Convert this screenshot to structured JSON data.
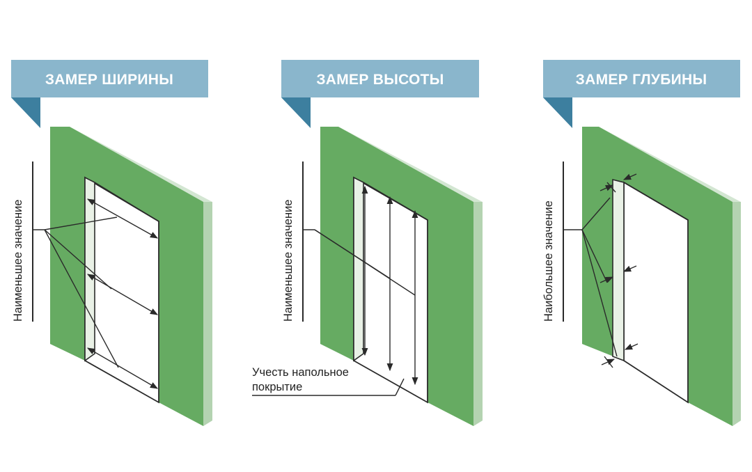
{
  "panels": [
    {
      "id": "width",
      "title": "ЗАМЕР ШИРИНЫ",
      "side_label": "Наименьшее значение"
    },
    {
      "id": "height",
      "title": "ЗАМЕР ВЫСОТЫ",
      "side_label": "Наименьшее значение",
      "note_line1": "Учесть напольное",
      "note_line2": "покрытие"
    },
    {
      "id": "depth",
      "title": "ЗАМЕР ГЛУБИНЫ",
      "side_label": "Наибольшее значение"
    }
  ],
  "colors": {
    "banner": "#8ab6cc",
    "banner_tail": "#3d7f9f",
    "wall": "#66ab62",
    "wall_side": "#d3e6d2"
  }
}
